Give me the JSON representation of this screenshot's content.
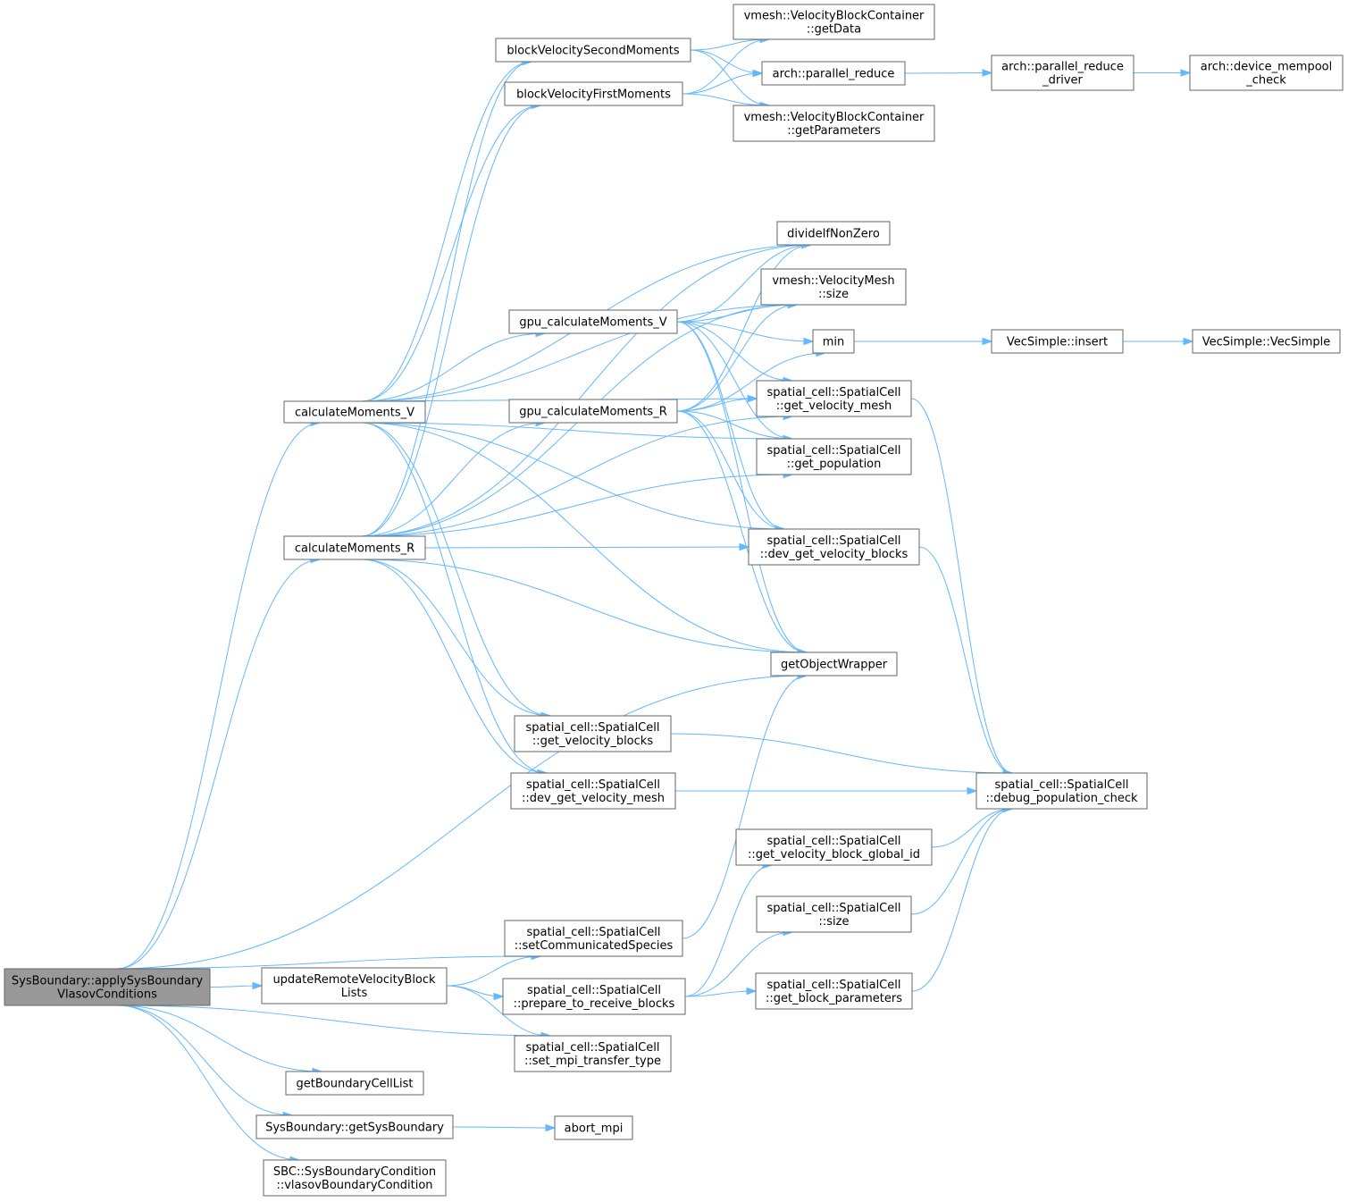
{
  "colors": {
    "edge": "#63b8ff",
    "node_border": "#666666",
    "root_fill": "#999999",
    "node_fill": "#ffffff"
  },
  "nodes": [
    {
      "id": "root",
      "lines": [
        "SysBoundary::applySysBoundary",
        "VlasovConditions"
      ],
      "root": true
    },
    {
      "id": "calcV",
      "lines": [
        "calculateMoments_V"
      ]
    },
    {
      "id": "calcR",
      "lines": [
        "calculateMoments_R"
      ]
    },
    {
      "id": "bvsm",
      "lines": [
        "blockVelocitySecondMoments"
      ]
    },
    {
      "id": "bvfm",
      "lines": [
        "blockVelocityFirstMoments"
      ]
    },
    {
      "id": "getData",
      "lines": [
        "vmesh::VelocityBlockContainer",
        "::getData"
      ]
    },
    {
      "id": "preduce",
      "lines": [
        "arch::parallel_reduce"
      ]
    },
    {
      "id": "preduceDrv",
      "lines": [
        "arch::parallel_reduce",
        "_driver"
      ]
    },
    {
      "id": "mempool",
      "lines": [
        "arch::device_mempool",
        "_check"
      ]
    },
    {
      "id": "getParams",
      "lines": [
        "vmesh::VelocityBlockContainer",
        "::getParameters"
      ]
    },
    {
      "id": "divide",
      "lines": [
        "divideIfNonZero"
      ]
    },
    {
      "id": "vmsize",
      "lines": [
        "vmesh::VelocityMesh",
        "::size"
      ]
    },
    {
      "id": "gpuV",
      "lines": [
        "gpu_calculateMoments_V"
      ]
    },
    {
      "id": "gpuR",
      "lines": [
        "gpu_calculateMoments_R"
      ]
    },
    {
      "id": "min",
      "lines": [
        "min"
      ]
    },
    {
      "id": "vecInsert",
      "lines": [
        "VecSimple::insert"
      ]
    },
    {
      "id": "vecCtor",
      "lines": [
        "VecSimple::VecSimple"
      ]
    },
    {
      "id": "getVelMesh",
      "lines": [
        "spatial_cell::SpatialCell",
        "::get_velocity_mesh"
      ]
    },
    {
      "id": "getPop",
      "lines": [
        "spatial_cell::SpatialCell",
        "::get_population"
      ]
    },
    {
      "id": "devGetVelBlocks",
      "lines": [
        "spatial_cell::SpatialCell",
        "::dev_get_velocity_blocks"
      ]
    },
    {
      "id": "getObj",
      "lines": [
        "getObjectWrapper"
      ]
    },
    {
      "id": "getVelBlocks",
      "lines": [
        "spatial_cell::SpatialCell",
        "::get_velocity_blocks"
      ]
    },
    {
      "id": "devGetVelMesh",
      "lines": [
        "spatial_cell::SpatialCell",
        "::dev_get_velocity_mesh"
      ]
    },
    {
      "id": "debugPop",
      "lines": [
        "spatial_cell::SpatialCell",
        "::debug_population_check"
      ]
    },
    {
      "id": "globalId",
      "lines": [
        "spatial_cell::SpatialCell",
        "::get_velocity_block_global_id"
      ]
    },
    {
      "id": "scSize",
      "lines": [
        "spatial_cell::SpatialCell",
        "::size"
      ]
    },
    {
      "id": "setComm",
      "lines": [
        "spatial_cell::SpatialCell",
        "::setCommunicatedSpecies"
      ]
    },
    {
      "id": "updRemote",
      "lines": [
        "updateRemoteVelocityBlock",
        "Lists"
      ]
    },
    {
      "id": "prepRecv",
      "lines": [
        "spatial_cell::SpatialCell",
        "::prepare_to_receive_blocks"
      ]
    },
    {
      "id": "blockParams",
      "lines": [
        "spatial_cell::SpatialCell",
        "::get_block_parameters"
      ]
    },
    {
      "id": "setMpi",
      "lines": [
        "spatial_cell::SpatialCell",
        "::set_mpi_transfer_type"
      ]
    },
    {
      "id": "getBCL",
      "lines": [
        "getBoundaryCellList"
      ]
    },
    {
      "id": "getSysB",
      "lines": [
        "SysBoundary::getSysBoundary"
      ]
    },
    {
      "id": "abort",
      "lines": [
        "abort_mpi"
      ]
    },
    {
      "id": "vlasovBC",
      "lines": [
        "SBC::SysBoundaryCondition",
        "::vlasovBoundaryCondition"
      ]
    }
  ],
  "edges": [
    [
      "root",
      "calcV"
    ],
    [
      "root",
      "calcR"
    ],
    [
      "root",
      "getObj"
    ],
    [
      "root",
      "setComm"
    ],
    [
      "root",
      "updRemote"
    ],
    [
      "root",
      "setMpi"
    ],
    [
      "root",
      "getBCL"
    ],
    [
      "root",
      "getSysB"
    ],
    [
      "root",
      "vlasovBC"
    ],
    [
      "calcV",
      "bvsm"
    ],
    [
      "calcV",
      "bvfm"
    ],
    [
      "calcV",
      "divide"
    ],
    [
      "calcV",
      "vmsize"
    ],
    [
      "calcV",
      "gpuV"
    ],
    [
      "calcV",
      "getVelMesh"
    ],
    [
      "calcV",
      "getPop"
    ],
    [
      "calcV",
      "devGetVelBlocks"
    ],
    [
      "calcV",
      "getObj"
    ],
    [
      "calcV",
      "getVelBlocks"
    ],
    [
      "calcV",
      "devGetVelMesh"
    ],
    [
      "calcR",
      "bvsm"
    ],
    [
      "calcR",
      "bvfm"
    ],
    [
      "calcR",
      "divide"
    ],
    [
      "calcR",
      "vmsize"
    ],
    [
      "calcR",
      "gpuR"
    ],
    [
      "calcR",
      "getVelMesh"
    ],
    [
      "calcR",
      "getPop"
    ],
    [
      "calcR",
      "devGetVelBlocks"
    ],
    [
      "calcR",
      "getObj"
    ],
    [
      "calcR",
      "getVelBlocks"
    ],
    [
      "calcR",
      "devGetVelMesh"
    ],
    [
      "bvsm",
      "getData"
    ],
    [
      "bvsm",
      "preduce"
    ],
    [
      "bvsm",
      "getParams"
    ],
    [
      "bvfm",
      "getData"
    ],
    [
      "bvfm",
      "preduce"
    ],
    [
      "bvfm",
      "getParams"
    ],
    [
      "preduce",
      "preduceDrv"
    ],
    [
      "preduceDrv",
      "mempool"
    ],
    [
      "gpuV",
      "divide"
    ],
    [
      "gpuV",
      "vmsize"
    ],
    [
      "gpuV",
      "min"
    ],
    [
      "gpuV",
      "getVelMesh"
    ],
    [
      "gpuV",
      "getPop"
    ],
    [
      "gpuV",
      "devGetVelBlocks"
    ],
    [
      "gpuV",
      "getObj"
    ],
    [
      "gpuR",
      "divide"
    ],
    [
      "gpuR",
      "vmsize"
    ],
    [
      "gpuR",
      "min"
    ],
    [
      "gpuR",
      "getVelMesh"
    ],
    [
      "gpuR",
      "getPop"
    ],
    [
      "gpuR",
      "devGetVelBlocks"
    ],
    [
      "gpuR",
      "getObj"
    ],
    [
      "min",
      "vecInsert"
    ],
    [
      "vecInsert",
      "vecCtor"
    ],
    [
      "getVelMesh",
      "debugPop"
    ],
    [
      "devGetVelBlocks",
      "debugPop"
    ],
    [
      "getVelBlocks",
      "debugPop"
    ],
    [
      "devGetVelMesh",
      "debugPop"
    ],
    [
      "globalId",
      "debugPop"
    ],
    [
      "scSize",
      "debugPop"
    ],
    [
      "blockParams",
      "debugPop"
    ],
    [
      "setComm",
      "getObj"
    ],
    [
      "updRemote",
      "setComm"
    ],
    [
      "updRemote",
      "prepRecv"
    ],
    [
      "updRemote",
      "setMpi"
    ],
    [
      "prepRecv",
      "globalId"
    ],
    [
      "prepRecv",
      "scSize"
    ],
    [
      "prepRecv",
      "blockParams"
    ],
    [
      "getSysB",
      "abort"
    ]
  ]
}
